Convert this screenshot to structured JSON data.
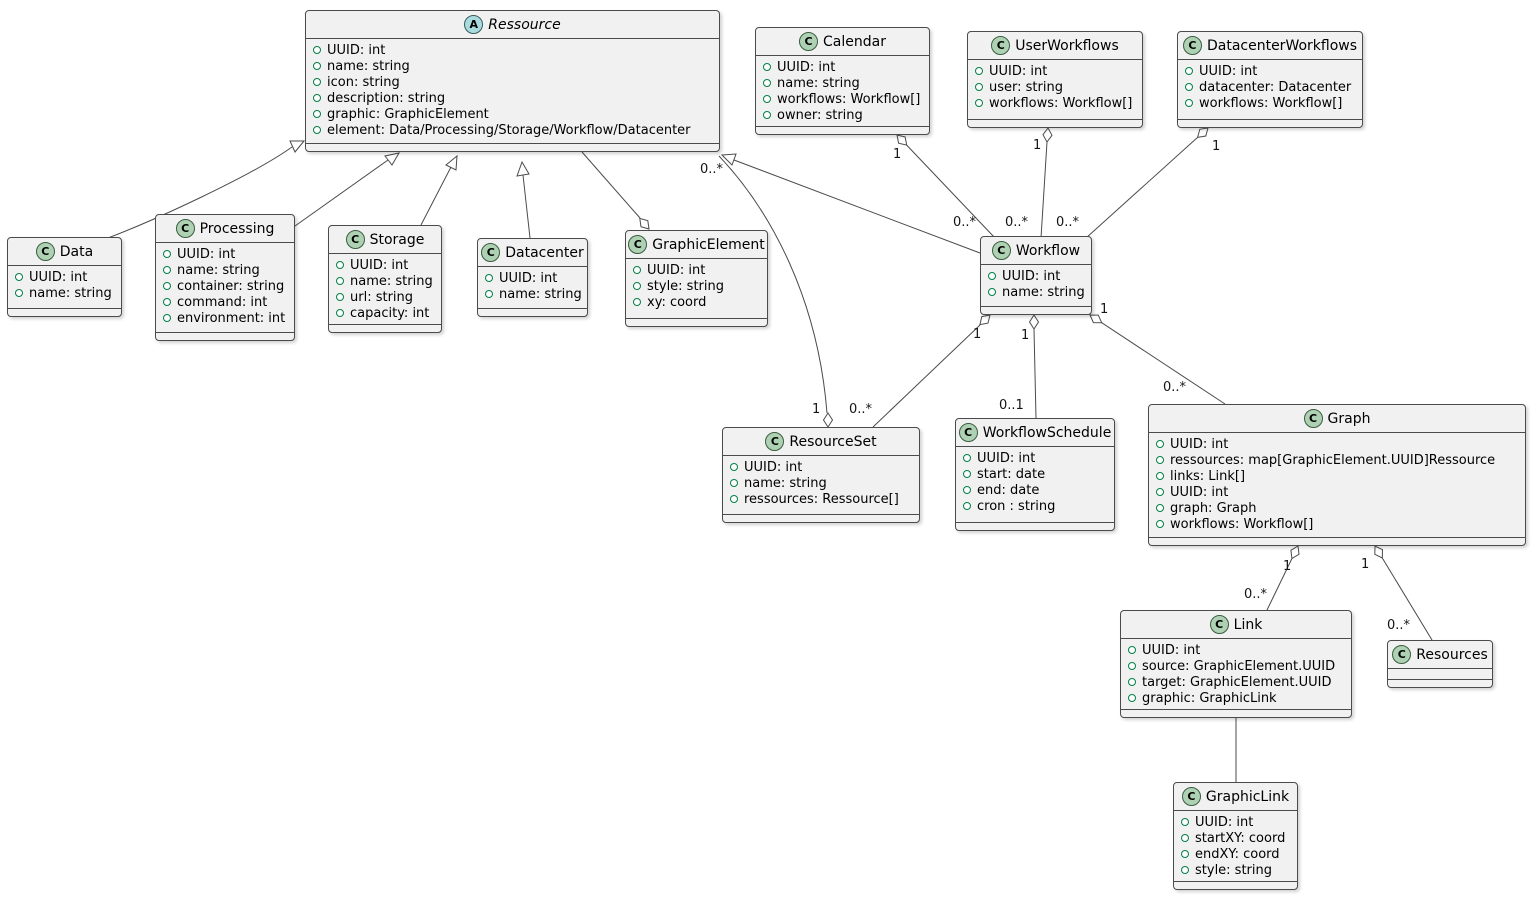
{
  "diagram": {
    "type": "uml-class-diagram",
    "colors": {
      "background": "#FFFFFF",
      "class_fill": "#F1F1F1",
      "border": "#4B4B4B",
      "class_icon_fill": "#ADD1B2",
      "abstract_icon_fill": "#A9DCDF",
      "field_icon_color": "#038048"
    },
    "classes": [
      {
        "stereotype": "A",
        "name": "Ressource",
        "abstract": true,
        "attributes": [
          "UUID: int",
          "name: string",
          "icon: string",
          "description: string",
          "graphic: GraphicElement",
          "element: Data/Processing/Storage/Workflow/Datacenter"
        ]
      },
      {
        "stereotype": "C",
        "name": "Calendar",
        "abstract": false,
        "attributes": [
          "UUID: int",
          "name: string",
          "workflows: Workflow[]",
          "owner: string"
        ]
      },
      {
        "stereotype": "C",
        "name": "UserWorkflows",
        "abstract": false,
        "attributes": [
          "UUID: int",
          "user: string",
          "workflows: Workflow[]"
        ]
      },
      {
        "stereotype": "C",
        "name": "DatacenterWorkflows",
        "abstract": false,
        "attributes": [
          "UUID: int",
          "datacenter: Datacenter",
          "workflows: Workflow[]"
        ]
      },
      {
        "stereotype": "C",
        "name": "Data",
        "abstract": false,
        "attributes": [
          "UUID: int",
          "name: string"
        ]
      },
      {
        "stereotype": "C",
        "name": "Processing",
        "abstract": false,
        "attributes": [
          "UUID: int",
          "name: string",
          "container: string",
          "command: int",
          "environment: int"
        ]
      },
      {
        "stereotype": "C",
        "name": "Storage",
        "abstract": false,
        "attributes": [
          "UUID: int",
          "name: string",
          "url: string",
          "capacity: int"
        ]
      },
      {
        "stereotype": "C",
        "name": "Datacenter",
        "abstract": false,
        "attributes": [
          "UUID: int",
          "name: string"
        ]
      },
      {
        "stereotype": "C",
        "name": "GraphicElement",
        "abstract": false,
        "attributes": [
          "UUID: int",
          "style: string",
          "xy: coord"
        ]
      },
      {
        "stereotype": "C",
        "name": "Workflow",
        "abstract": false,
        "attributes": [
          "UUID: int",
          "name: string"
        ]
      },
      {
        "stereotype": "C",
        "name": "ResourceSet",
        "abstract": false,
        "attributes": [
          "UUID: int",
          "name: string",
          "ressources: Ressource[]"
        ]
      },
      {
        "stereotype": "C",
        "name": "WorkflowSchedule",
        "abstract": false,
        "attributes": [
          "UUID: int",
          "start: date",
          "end: date",
          "cron : string"
        ]
      },
      {
        "stereotype": "C",
        "name": "Graph",
        "abstract": false,
        "attributes": [
          "UUID: int",
          "ressources: map[GraphicElement.UUID]Ressource",
          "links: Link[]",
          "UUID: int",
          "graph: Graph",
          "workflows: Workflow[]"
        ]
      },
      {
        "stereotype": "C",
        "name": "Link",
        "abstract": false,
        "attributes": [
          "UUID: int",
          "source: GraphicElement.UUID",
          "target: GraphicElement.UUID",
          "graphic: GraphicLink"
        ]
      },
      {
        "stereotype": "C",
        "name": "Resources",
        "abstract": false,
        "attributes": []
      },
      {
        "stereotype": "C",
        "name": "GraphicLink",
        "abstract": false,
        "attributes": [
          "UUID: int",
          "startXY: coord",
          "endXY: coord",
          "style: string"
        ]
      }
    ],
    "relationships": [
      {
        "from": "Data",
        "to": "Ressource",
        "type": "inheritance"
      },
      {
        "from": "Processing",
        "to": "Ressource",
        "type": "inheritance"
      },
      {
        "from": "Storage",
        "to": "Ressource",
        "type": "inheritance"
      },
      {
        "from": "Datacenter",
        "to": "Ressource",
        "type": "inheritance"
      },
      {
        "from": "Workflow",
        "to": "Ressource",
        "type": "inheritance"
      },
      {
        "from": "Ressource",
        "to": "GraphicElement",
        "type": "aggregation",
        "diamond_at": "GraphicElement"
      },
      {
        "from": "Calendar",
        "to": "Workflow",
        "type": "aggregation",
        "diamond_at": "Calendar",
        "owner_label": "1",
        "part_label": "0..*"
      },
      {
        "from": "UserWorkflows",
        "to": "Workflow",
        "type": "aggregation",
        "diamond_at": "UserWorkflows",
        "owner_label": "1",
        "part_label": "0..*"
      },
      {
        "from": "DatacenterWorkflows",
        "to": "Workflow",
        "type": "aggregation",
        "diamond_at": "DatacenterWorkflows",
        "owner_label": "1",
        "part_label": "0..*"
      },
      {
        "from": "ResourceSet",
        "to": "Ressource",
        "type": "aggregation",
        "diamond_at": "ResourceSet",
        "owner_label": "1",
        "part_label": "0..*"
      },
      {
        "from": "Workflow",
        "to": "ResourceSet",
        "type": "aggregation",
        "diamond_at": "Workflow",
        "owner_label": "1",
        "part_label": "0..*"
      },
      {
        "from": "Workflow",
        "to": "WorkflowSchedule",
        "type": "aggregation",
        "diamond_at": "Workflow",
        "owner_label": "1",
        "part_label": "0..1"
      },
      {
        "from": "Workflow",
        "to": "Graph",
        "type": "aggregation",
        "diamond_at": "Workflow",
        "owner_label": "1",
        "part_label": "0..*"
      },
      {
        "from": "Graph",
        "to": "Link",
        "type": "aggregation",
        "diamond_at": "Graph",
        "owner_label": "1",
        "part_label": "0..*"
      },
      {
        "from": "Graph",
        "to": "Resources",
        "type": "aggregation",
        "diamond_at": "Graph",
        "owner_label": "1",
        "part_label": "0..*"
      },
      {
        "from": "Link",
        "to": "GraphicLink",
        "type": "association"
      }
    ]
  }
}
